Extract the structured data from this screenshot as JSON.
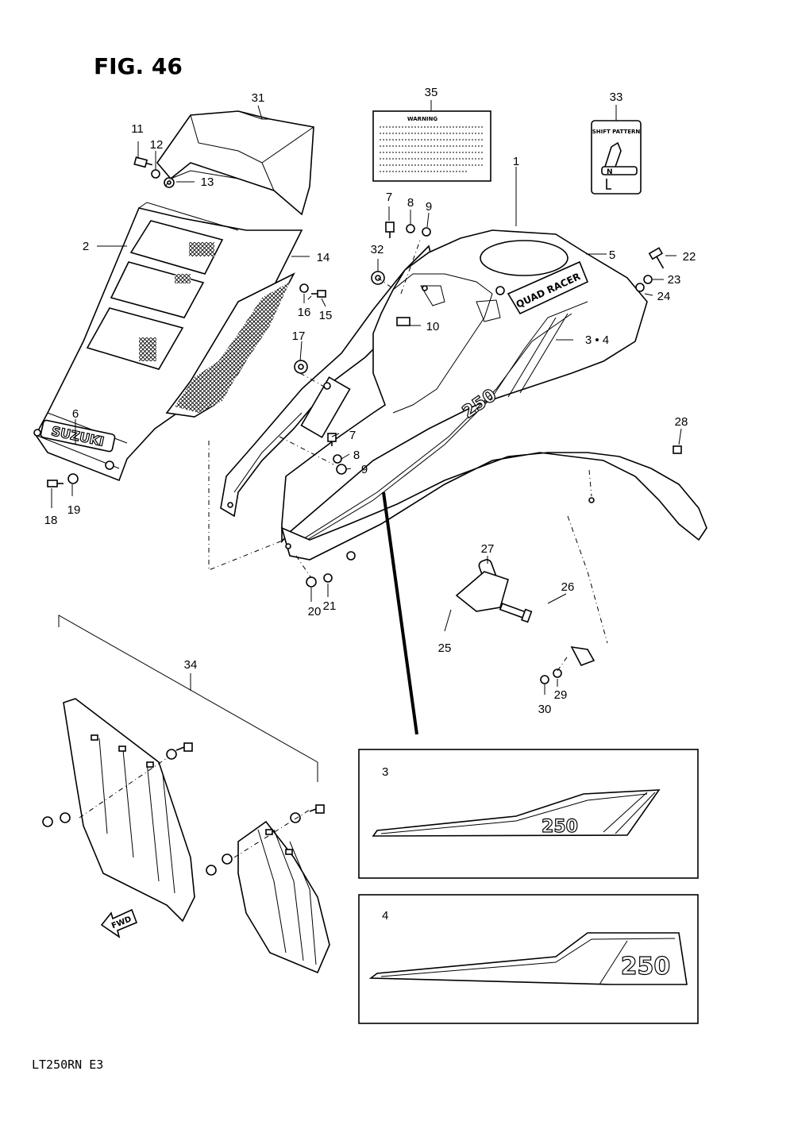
{
  "figure": {
    "title": "FIG. 46",
    "model_code": "LT250RN  E3"
  },
  "callouts": {
    "p1": "1",
    "p2": "2",
    "p34": "3 • 4",
    "p5": "5",
    "p6": "6",
    "p7a": "7",
    "p7b": "7",
    "p8a": "8",
    "p8b": "8",
    "p9a": "9",
    "p9b": "9",
    "p10": "10",
    "p11": "11",
    "p12": "12",
    "p13": "13",
    "p14": "14",
    "p15": "15",
    "p16": "16",
    "p17": "17",
    "p18": "18",
    "p19": "19",
    "p20": "20",
    "p21": "21",
    "p22": "22",
    "p23": "23",
    "p24": "24",
    "p25": "25",
    "p26": "26",
    "p27": "27",
    "p28": "28",
    "p29": "29",
    "p30": "30",
    "p31": "31",
    "p32": "32",
    "p33": "33",
    "p34b": "34",
    "p35": "35"
  },
  "labels": {
    "warning": "WARNING",
    "shift_pattern": "SHIFT PATTERN",
    "brand": "SUZUKI",
    "quad_racer": "QUAD RACER",
    "displacement": "250",
    "fwd": "FWD",
    "neutral": "N"
  },
  "insets": [
    {
      "number": "3",
      "decal_text": "250"
    },
    {
      "number": "4",
      "decal_text": "250"
    }
  ]
}
